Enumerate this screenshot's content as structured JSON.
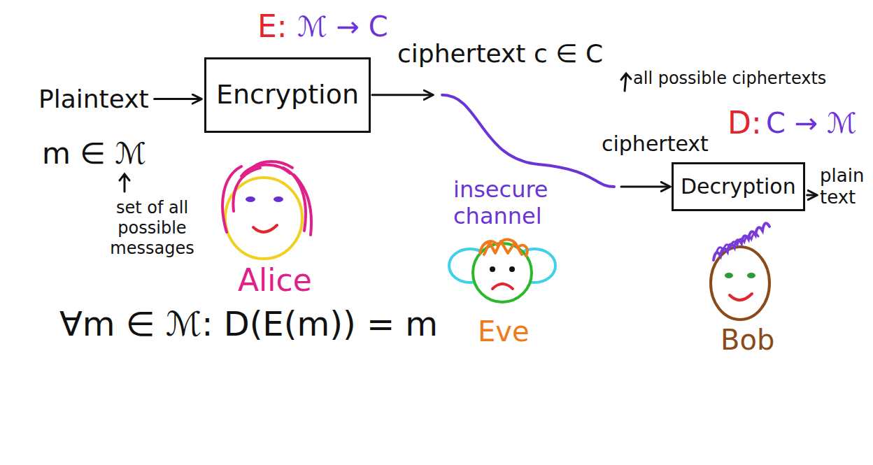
{
  "diagram": {
    "nodes": [
      {
        "text": [
          "Encryption"
        ]
      },
      {
        "text": [
          "Decryption"
        ]
      }
    ],
    "edges": [
      {
        "from": 0,
        "to": 1,
        "arrow": "to"
      }
    ],
    "labels": [
      "E:",
      "ℳ → C",
      "Plaintext",
      "m ∈ ℳ",
      "set of all possible messages",
      "Alice",
      "∀m ∈ ℳ: D(E(m)) = m",
      "ciphertext c ∈ C",
      "all possible ciphertexts",
      "insecure channel",
      "Eve",
      "ciphertext",
      "D:",
      "C → ℳ",
      "plain text",
      "Bob"
    ]
  }
}
